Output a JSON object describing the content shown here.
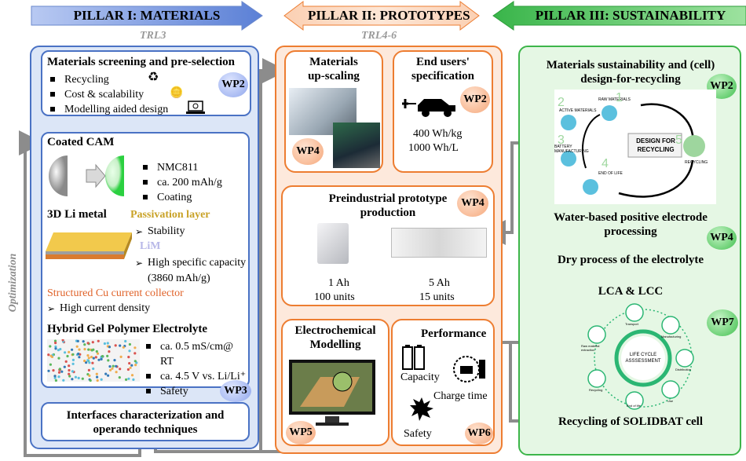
{
  "pillars": [
    {
      "title": "PILLAR I: MATERIALS",
      "trl": "TRL3"
    },
    {
      "title": "PILLAR II: PROTOTYPES",
      "trl": "TRL4-6"
    },
    {
      "title": "PILLAR III: SUSTAINABILITY",
      "trl": ""
    }
  ],
  "side_label": "Optimization",
  "p1": {
    "screening": {
      "title": "Materials screening and pre-selection",
      "items": [
        "Recycling",
        "Cost & scalability",
        "Modelling aided design"
      ],
      "wp": "WP2"
    },
    "cam": {
      "title": "Coated CAM",
      "items": [
        "NMC811",
        "ca. 200 mAh/g",
        "Coating"
      ]
    },
    "li_metal": {
      "title": "3D Li metal",
      "passivation": "Passivation layer",
      "stability": "Stability",
      "lim": "LiM",
      "capacity": "High specific capacity",
      "capacity_value": "(3860 mAh/g)",
      "collector": "Structured Cu current collector",
      "current": "High current density"
    },
    "electrolyte": {
      "title": "Hybrid Gel Polymer Electrolyte",
      "items": [
        "ca. 0.5 mS/cm@ RT",
        "ca. 4.5 V vs. Li/Li⁺",
        "Safety"
      ],
      "wp": "WP3"
    },
    "interfaces": {
      "line1": "Interfaces characterization and",
      "line2": "operando techniques"
    }
  },
  "p2": {
    "upscaling": {
      "line1": "Materials",
      "line2": "up-scaling",
      "wp": "WP4"
    },
    "end_users": {
      "line1": "End users'",
      "line2": "specification",
      "spec1": "400 Wh/kg",
      "spec2": "1000 Wh/L",
      "wp": "WP2"
    },
    "prototype": {
      "line1": "Preindustrial prototype",
      "line2": "production",
      "wp": "WP4",
      "cell1_cap": "1 Ah",
      "cell1_units": "100 units",
      "cell2_cap": "5 Ah",
      "cell2_units": "15 units"
    },
    "modelling": {
      "line1": "Electrochemical",
      "line2": "Modelling",
      "wp": "WP5"
    },
    "performance": {
      "title": "Performance",
      "capacity": "Capacity",
      "charge": "Charge time",
      "safety": "Safety",
      "wp": "WP6"
    }
  },
  "p3": {
    "sustain": {
      "line1": "Materials sustainability and (cell)",
      "line2": "design-for-recycling",
      "wp": "WP2"
    },
    "recycling_diagram": {
      "center": "DESIGN FOR RECYCLING",
      "steps": [
        "RAW MATERIALS",
        "ACTIVE MATERIALS",
        "BATTERY MANUFACTURING",
        "END OF LIFE",
        "RECYCLING"
      ],
      "numbers": [
        "1",
        "2",
        "3",
        "4",
        "5"
      ]
    },
    "water": {
      "line1": "Water-based positive electrode",
      "line2": "processing",
      "wp": "WP4"
    },
    "dry": "Dry process of the electrolyte",
    "lca": "LCA & LCC",
    "wp7": "WP7",
    "lifecycle": {
      "center1": "LIFE CYCLE",
      "center2": "ASSSESSMENT",
      "stages": [
        "Transport",
        "Manufacturing",
        "Distribution",
        "Use",
        "End of life",
        "Recycling",
        "Raw material extraction"
      ]
    },
    "recycling_cell": "Recycling of SOLIDBAT cell"
  },
  "colors": {
    "blue": "#4a72c4",
    "orange": "#ed7d31",
    "green": "#3db54a",
    "gray_arrow": "#8c8c8c"
  }
}
